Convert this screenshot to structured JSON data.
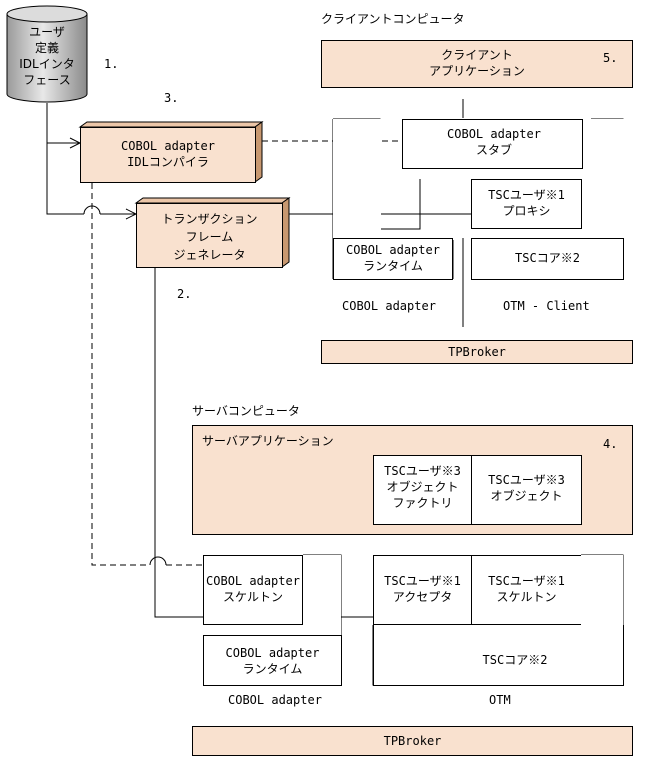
{
  "idl": {
    "label": "ユーザ\n定義\nIDLインタ\nフェース"
  },
  "steps": {
    "s1": "1.",
    "s2": "2.",
    "s3": "3.",
    "s4": "4.",
    "s5": "5."
  },
  "tools": {
    "compiler": "COBOL adapter\nIDLコンパイラ",
    "generator": "トランザクション\nフレーム\nジェネレータ"
  },
  "client": {
    "title": "クライアントコンピュータ",
    "app": "クライアント\nアプリケーション",
    "stub": "COBOL adapter\nスタブ",
    "proxy": "TSCユーザ※1\nプロキシ",
    "runtime": "COBOL adapter\nランタイム",
    "core": "TSCコア※2",
    "cobol_label": "COBOL adapter",
    "otm_label": "OTM - Client",
    "tpbroker": "TPBroker"
  },
  "server": {
    "title": "サーバコンピュータ",
    "app": "サーバアプリケーション",
    "factory": "TSCユーザ※3\nオブジェクト\nファクトリ",
    "object": "TSCユーザ※3\nオブジェクト",
    "skeleton_cobol": "COBOL adapter\nスケルトン",
    "runtime": "COBOL adapter\nランタイム",
    "acceptor": "TSCユーザ※1\nアクセプタ",
    "skeleton_tsc": "TSCユーザ※1\nスケルトン",
    "core": "TSCコア※2",
    "cobol_label": "COBOL adapter",
    "otm_label": "OTM",
    "tpbroker": "TPBroker"
  },
  "colors": {
    "box_fill": "#f9e1cf",
    "tool_side": "#c89870",
    "cylinder": "#c8c8c8"
  }
}
